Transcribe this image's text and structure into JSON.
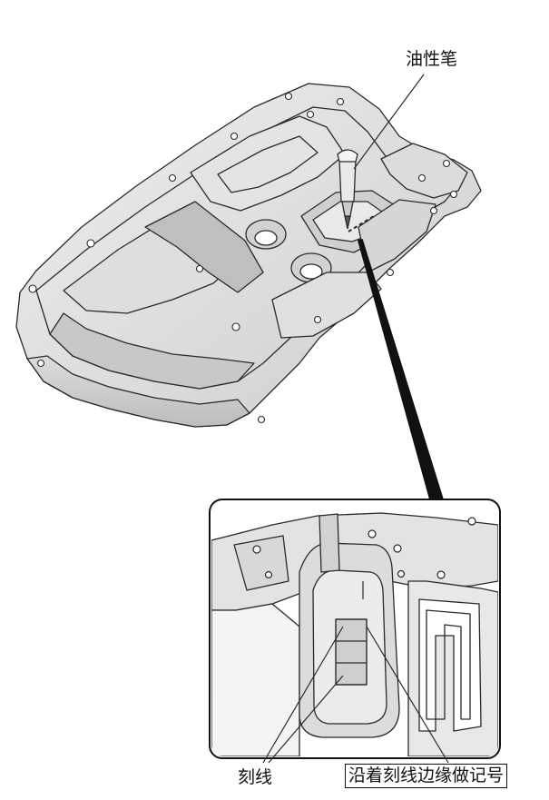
{
  "callouts": {
    "oil_pen": "油性笔",
    "scribe_line": "刻线",
    "mark_along_edge": "沿着刻线边缘做记号"
  },
  "colors": {
    "panel_fill": "#e7e7e7",
    "panel_shade": "#cfcfcf",
    "line": "#2a2a2a",
    "watermark": "#b9b9b9"
  }
}
